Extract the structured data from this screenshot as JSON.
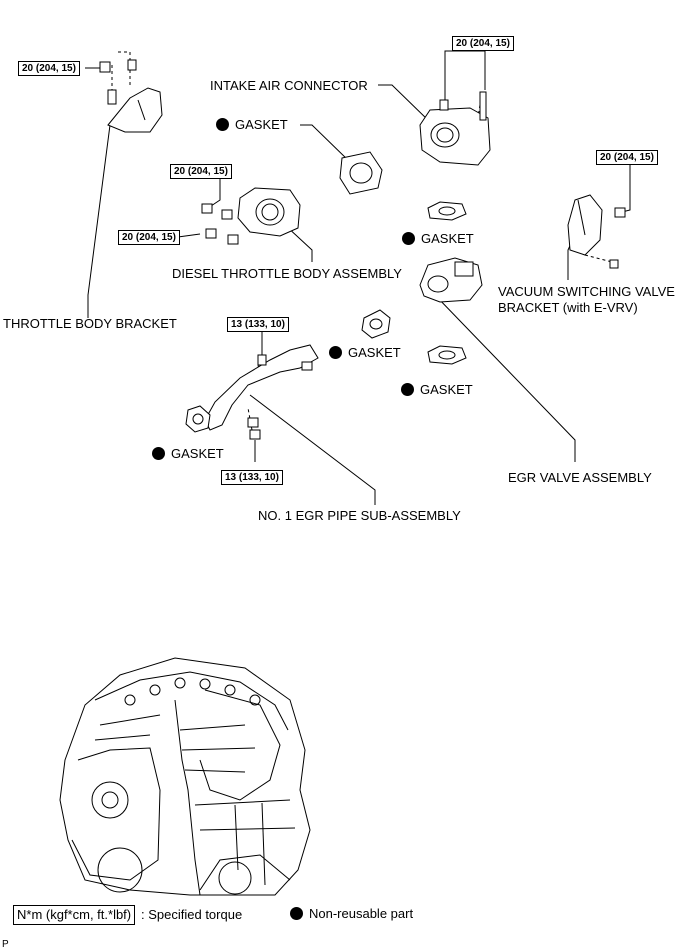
{
  "torque_labels": {
    "bracket_bolt": "20 (204, 15)",
    "intake_connector": "20 (204, 15)",
    "throttle_upper": "20 (204, 15)",
    "throttle_lower": "20 (204, 15)",
    "vsv_bracket": "20 (204, 15)",
    "egr_pipe_upper": "13 (133, 10)",
    "egr_pipe_lower": "13 (133, 10)"
  },
  "part_labels": {
    "intake_air_connector": "INTAKE AIR CONNECTOR",
    "gasket_1": "GASKET",
    "gasket_2": "GASKET",
    "gasket_3": "GASKET",
    "gasket_4": "GASKET",
    "gasket_5": "GASKET",
    "diesel_throttle_body": "DIESEL THROTTLE BODY ASSEMBLY",
    "throttle_body_bracket": "THROTTLE BODY BRACKET",
    "vsv_bracket_line1": "VACUUM SWITCHING VALVE",
    "vsv_bracket_line2": "BRACKET (with E-VRV)",
    "egr_valve": "EGR VALVE ASSEMBLY",
    "egr_pipe": "NO. 1 EGR PIPE SUB-ASSEMBLY"
  },
  "legend": {
    "torque_unit": "N*m (kgf*cm, ft.*lbf)",
    "torque_desc": ": Specified torque",
    "non_reusable": "Non-reusable part"
  },
  "corner_mark": "P"
}
